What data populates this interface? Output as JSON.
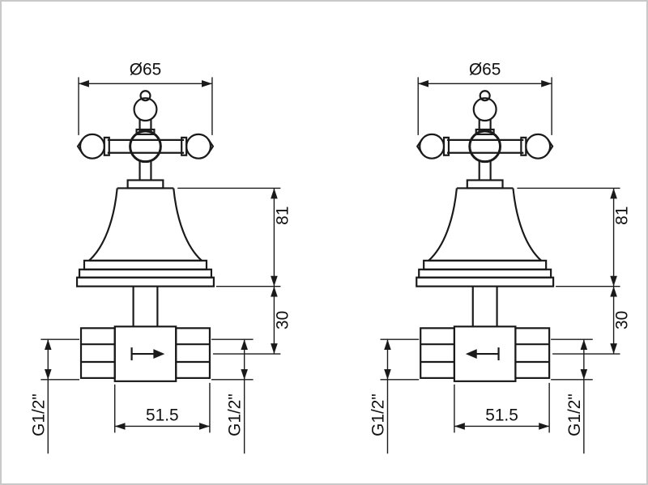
{
  "drawing": {
    "line_color": "#1a1a1a",
    "background": "#ffffff",
    "border_color": "#c9c9c9",
    "type": "technical-dimension-drawing",
    "views": 2
  },
  "valves": [
    {
      "id": "left-valve",
      "flow_direction": "right",
      "dims": {
        "diameter": "Ø65",
        "height_upper": "81",
        "height_lower": "30",
        "width": "51.5",
        "thread_left": "G1/2\"",
        "thread_right": "G1/2\""
      }
    },
    {
      "id": "right-valve",
      "flow_direction": "left",
      "dims": {
        "diameter": "Ø65",
        "height_upper": "81",
        "height_lower": "30",
        "width": "51.5",
        "thread_left": "G1/2\"",
        "thread_right": "G1/2\""
      }
    }
  ]
}
